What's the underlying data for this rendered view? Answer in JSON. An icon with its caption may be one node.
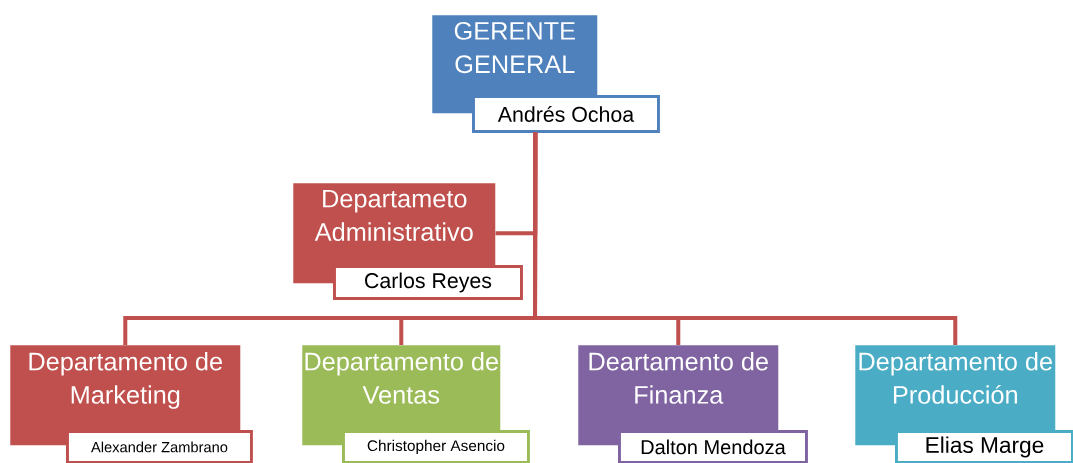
{
  "diagram": {
    "nodes": [
      {
        "text": [
          "GERENTE GENERAL",
          "Andrés Ochoa"
        ]
      },
      {
        "text": [
          "Departameto Administrativo",
          "Carlos Reyes"
        ]
      },
      {
        "text": [
          "Departamento de Marketing",
          "Alexander Zambrano"
        ]
      },
      {
        "text": [
          "Departamento de Ventas",
          "Christopher Asencio"
        ]
      },
      {
        "text": [
          "Deartamento de Finanza",
          "Dalton Mendoza"
        ]
      },
      {
        "text": [
          "Departamento de Producción",
          "Elias Marge"
        ]
      }
    ],
    "edges": [
      {
        "from": 0,
        "to": 1,
        "arrow": "none"
      },
      {
        "from": 0,
        "to": 2,
        "arrow": "none"
      },
      {
        "from": 0,
        "to": 3,
        "arrow": "none"
      },
      {
        "from": 0,
        "to": 4,
        "arrow": "none"
      },
      {
        "from": 0,
        "to": 5,
        "arrow": "none"
      }
    ]
  }
}
